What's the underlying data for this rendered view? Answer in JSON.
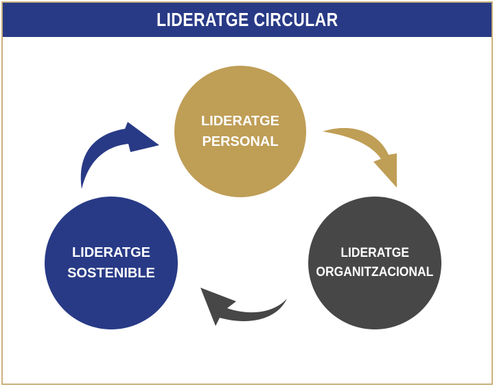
{
  "title": "LIDERATGE CIRCULAR",
  "nodes": [
    {
      "id": "personal",
      "lines": [
        "LIDERATGE",
        "PERSONAL"
      ],
      "color": "#bf9e56"
    },
    {
      "id": "organitzacional",
      "lines": [
        "LIDERATGE",
        "ORGANITZACIONAL"
      ],
      "color": "#474747"
    },
    {
      "id": "sostenible",
      "lines": [
        "LIDERATGE",
        "SOSTENIBLE"
      ],
      "color": "#283a86"
    }
  ],
  "arrows": [
    {
      "from": "personal",
      "to": "organitzacional",
      "color": "#bf9e56"
    },
    {
      "from": "organitzacional",
      "to": "sostenible",
      "color": "#474747"
    },
    {
      "from": "sostenible",
      "to": "personal",
      "color": "#283a86"
    }
  ],
  "colors": {
    "header": "#283a86",
    "border": "#c9b07a",
    "background": "#ffffff"
  }
}
